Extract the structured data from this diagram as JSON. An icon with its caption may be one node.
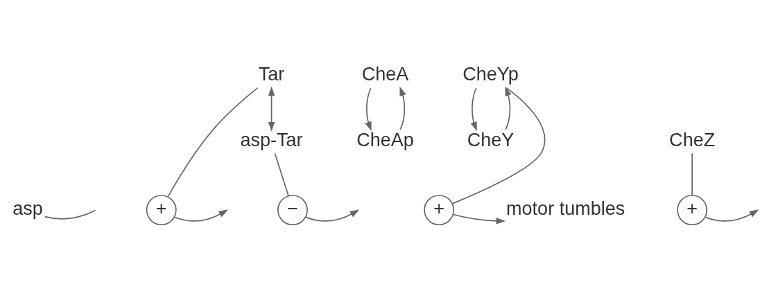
{
  "diagram": {
    "nodes": [
      {
        "text": [
          "Tar"
        ]
      },
      {
        "text": [
          "CheA"
        ]
      },
      {
        "text": [
          "CheYp"
        ]
      },
      {
        "text": [
          "+"
        ]
      },
      {
        "text": [
          "+"
        ]
      },
      {
        "text": [
          "motor tumbles"
        ]
      },
      {
        "text": [
          "asp"
        ]
      },
      {
        "text": [
          "+"
        ]
      },
      {
        "text": [
          "−"
        ]
      },
      {
        "text": [
          "asp-Tar"
        ]
      },
      {
        "text": [
          "CheAp"
        ]
      },
      {
        "text": [
          "CheY"
        ]
      },
      {
        "text": [
          "CheZ"
        ]
      }
    ],
    "edges": [
      {
        "from": 0,
        "to": 9,
        "arrow": "both"
      },
      {
        "from": 6,
        "to": null,
        "arrow": "none"
      },
      {
        "from": 0,
        "to": 3,
        "arrow": "none"
      },
      {
        "from": 3,
        "to": null,
        "arrow": "to"
      },
      {
        "from": 9,
        "to": 8,
        "arrow": "none"
      },
      {
        "from": 8,
        "to": null,
        "arrow": "to"
      },
      {
        "from": 1,
        "to": 10,
        "arrow": "to"
      },
      {
        "from": 10,
        "to": 1,
        "arrow": "to"
      },
      {
        "from": 11,
        "to": 2,
        "arrow": "to"
      },
      {
        "from": 2,
        "to": 11,
        "arrow": "to"
      },
      {
        "from": 2,
        "to": 4,
        "arrow": "none"
      },
      {
        "from": 4,
        "to": 5,
        "arrow": "to"
      },
      {
        "from": 12,
        "to": 7,
        "arrow": "none"
      },
      {
        "from": 7,
        "to": null,
        "arrow": "to"
      }
    ]
  }
}
